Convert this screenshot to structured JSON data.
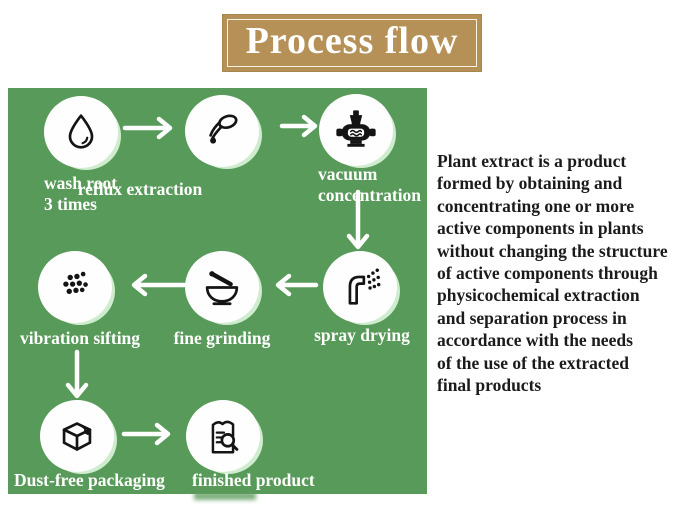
{
  "title": {
    "label": "Process flow"
  },
  "colors": {
    "panel_green": "#589a59",
    "banner_tan": "#b59157",
    "circle_white": "#fdfefd",
    "ring_light_green": "#cfeccf",
    "label_white": "#ffffff",
    "icon_black": "#141414",
    "description_black": "#1b1b1b"
  },
  "flow": {
    "steps": [
      {
        "id": "wash-root",
        "label": "wash root\n3 times",
        "icon": "water-drop-icon"
      },
      {
        "id": "reflux-extraction",
        "label": "reflux extraction",
        "icon": "spoon-drop-icon"
      },
      {
        "id": "vacuum-concentration",
        "label": "vacuum\nconcentration",
        "icon": "vacuum-machine-icon"
      },
      {
        "id": "spray-drying",
        "label": "spray drying",
        "icon": "spray-nozzle-icon"
      },
      {
        "id": "fine-grinding",
        "label": "fine grinding",
        "icon": "mortar-pestle-icon"
      },
      {
        "id": "vibration-sifting",
        "label": "vibration sifting",
        "icon": "powder-dots-icon"
      },
      {
        "id": "dust-free-packaging",
        "label": "Dust-free packaging",
        "icon": "packing-box-icon"
      },
      {
        "id": "finished-product",
        "label": "finished product",
        "icon": "document-magnifier-icon"
      }
    ],
    "order": [
      "wash-root",
      "reflux-extraction",
      "vacuum-concentration",
      "spray-drying",
      "fine-grinding",
      "vibration-sifting",
      "dust-free-packaging",
      "finished-product"
    ]
  },
  "description": {
    "text": "Plant extract is a product\nformed by obtaining and\nconcentrating one or more\nactive components in plants\nwithout changing the structure\nof active components through\nphysicochemical extraction\nand separation process in\naccordance with the needs\nof the use of the extracted\nfinal products"
  }
}
